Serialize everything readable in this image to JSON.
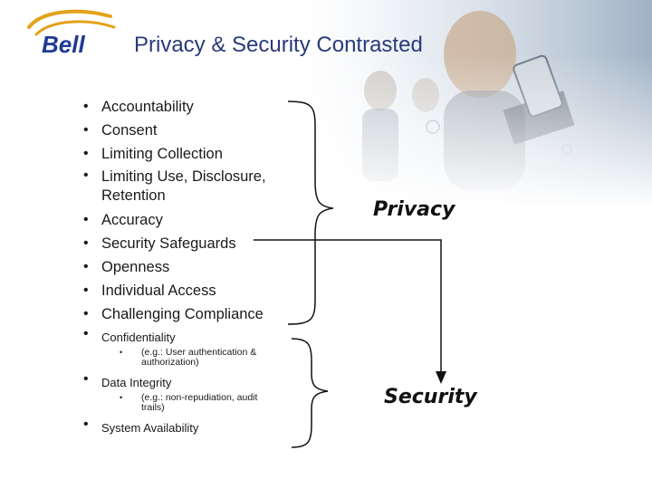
{
  "logo": {
    "text": "Bell"
  },
  "title": "Privacy & Security Contrasted",
  "privacy_items": [
    "Accountability",
    "Consent",
    "Limiting Collection",
    "Limiting Use, Disclosure, Retention",
    "Accuracy",
    "Security Safeguards",
    "Openness",
    "Individual Access",
    "Challenging Compliance"
  ],
  "security_items": [
    {
      "label": "Confidentiality",
      "sub": "(e.g.: User authentication & authorization)"
    },
    {
      "label": "Data Integrity",
      "sub": "(e.g.: non-repudiation, audit trails)"
    },
    {
      "label": "System Availability"
    }
  ],
  "labels": {
    "privacy": "Privacy",
    "security": "Security"
  },
  "colors": {
    "title": "#2a3a7a",
    "logo_blue": "#1f3a93",
    "logo_gold": "#e3a21a"
  }
}
